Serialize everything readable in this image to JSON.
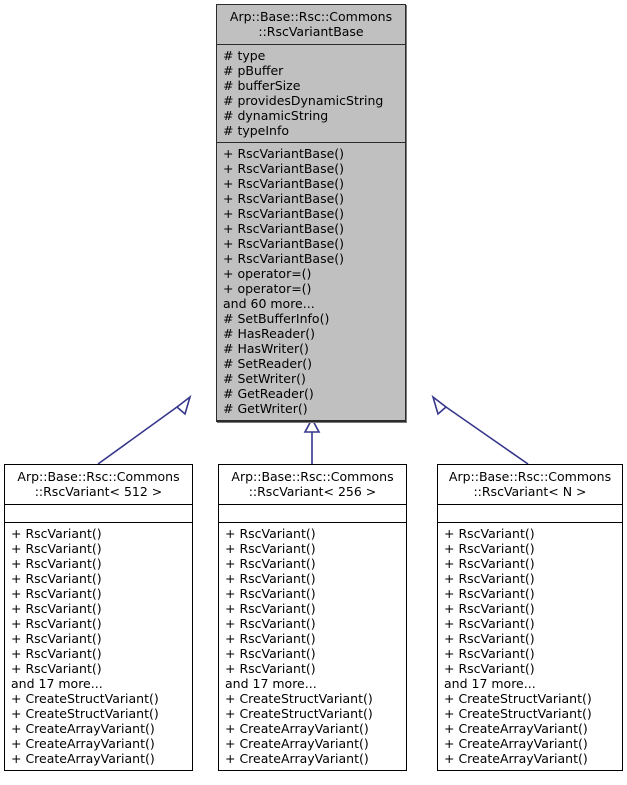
{
  "diagram": {
    "type": "uml-class-inheritance",
    "edge_color": "#36368c",
    "base_fill": "#c0c0c0",
    "derived_fill": "#ffffff",
    "border_color": "#000000"
  },
  "base_class": {
    "title": "Arp::Base::Rsc::Commons\n::RscVariantBase",
    "attributes": [
      "# type",
      "# pBuffer",
      "# bufferSize",
      "# providesDynamicString",
      "# dynamicString",
      "# typeInfo"
    ],
    "methods": [
      "+ RscVariantBase()",
      "+ RscVariantBase()",
      "+ RscVariantBase()",
      "+ RscVariantBase()",
      "+ RscVariantBase()",
      "+ RscVariantBase()",
      "+ RscVariantBase()",
      "+ RscVariantBase()",
      "+ operator=()",
      "+ operator=()",
      "and 60 more...",
      "# SetBufferInfo()",
      "# HasReader()",
      "# HasWriter()",
      "# SetReader()",
      "# SetWriter()",
      "# GetReader()",
      "# GetWriter()"
    ]
  },
  "derived_classes": [
    {
      "id": "variant512",
      "title": "Arp::Base::Rsc::Commons\n::RscVariant< 512 >",
      "attributes": [],
      "methods": [
        "+ RscVariant()",
        "+ RscVariant()",
        "+ RscVariant()",
        "+ RscVariant()",
        "+ RscVariant()",
        "+ RscVariant()",
        "+ RscVariant()",
        "+ RscVariant()",
        "+ RscVariant()",
        "+ RscVariant()",
        "and 17 more...",
        "+ CreateStructVariant()",
        "+ CreateStructVariant()",
        "+ CreateArrayVariant()",
        "+ CreateArrayVariant()",
        "+ CreateArrayVariant()"
      ]
    },
    {
      "id": "variant256",
      "title": "Arp::Base::Rsc::Commons\n::RscVariant< 256 >",
      "attributes": [],
      "methods": [
        "+ RscVariant()",
        "+ RscVariant()",
        "+ RscVariant()",
        "+ RscVariant()",
        "+ RscVariant()",
        "+ RscVariant()",
        "+ RscVariant()",
        "+ RscVariant()",
        "+ RscVariant()",
        "+ RscVariant()",
        "and 17 more...",
        "+ CreateStructVariant()",
        "+ CreateStructVariant()",
        "+ CreateArrayVariant()",
        "+ CreateArrayVariant()",
        "+ CreateArrayVariant()"
      ]
    },
    {
      "id": "variantN",
      "title": "Arp::Base::Rsc::Commons\n::RscVariant< N >",
      "attributes": [],
      "methods": [
        "+ RscVariant()",
        "+ RscVariant()",
        "+ RscVariant()",
        "+ RscVariant()",
        "+ RscVariant()",
        "+ RscVariant()",
        "+ RscVariant()",
        "+ RscVariant()",
        "+ RscVariant()",
        "+ RscVariant()",
        "and 17 more...",
        "+ CreateStructVariant()",
        "+ CreateStructVariant()",
        "+ CreateArrayVariant()",
        "+ CreateArrayVariant()",
        "+ CreateArrayVariant()"
      ]
    }
  ]
}
